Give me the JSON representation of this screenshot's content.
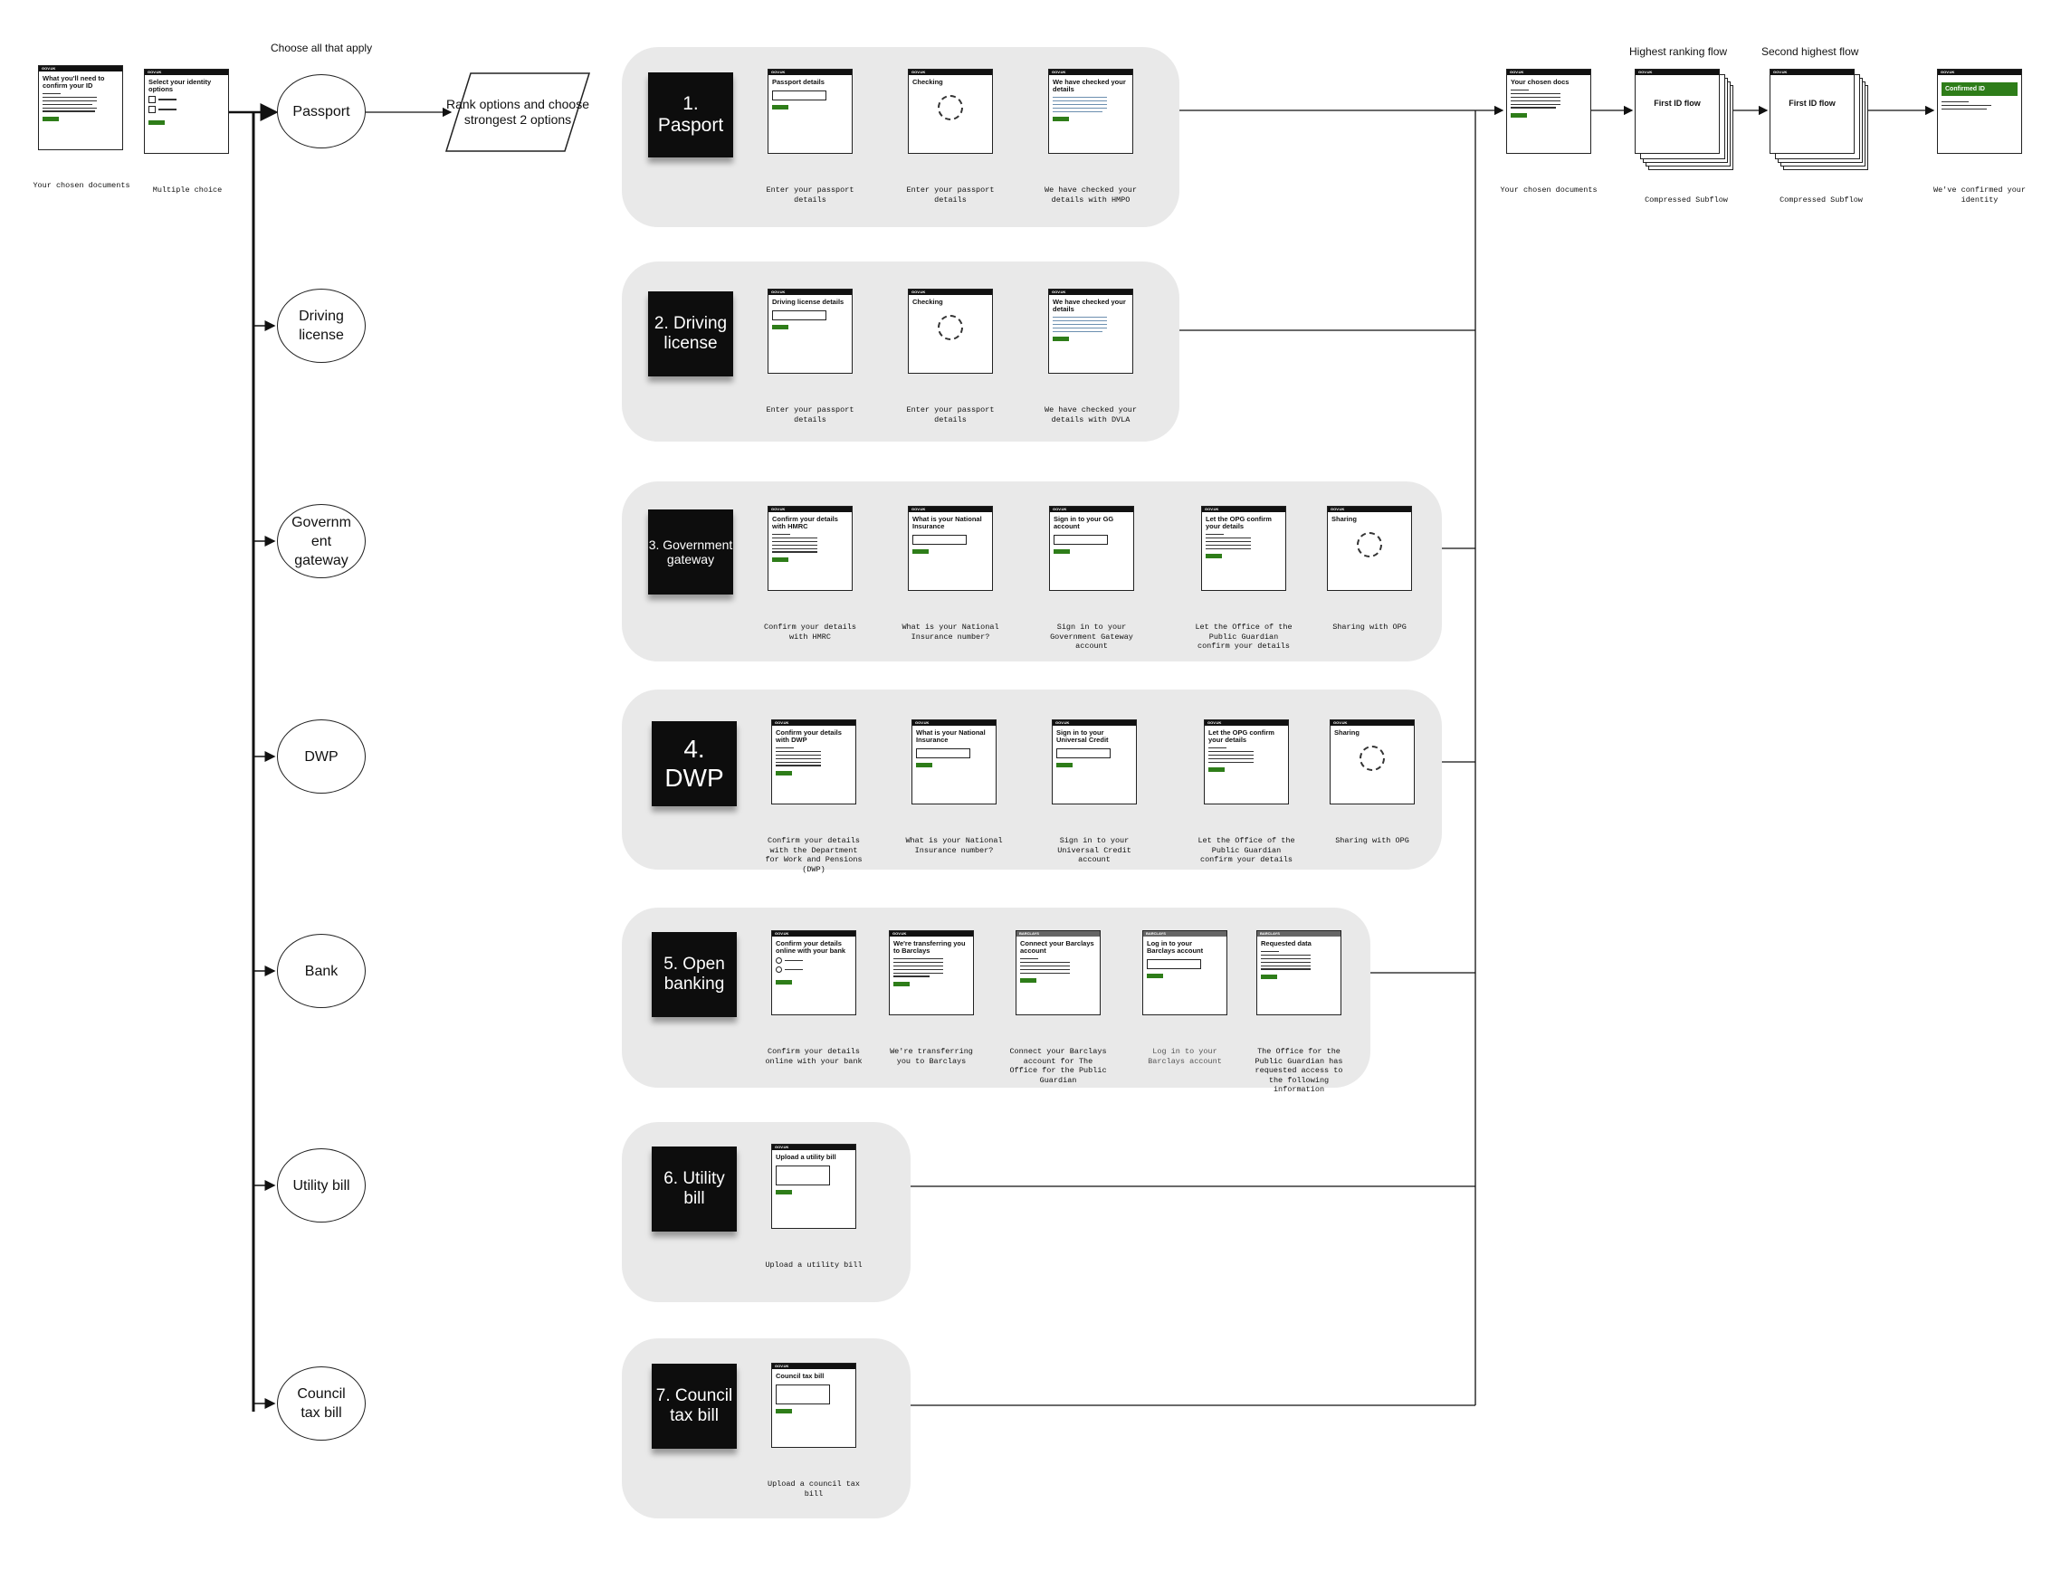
{
  "header_labels": {
    "choose_all": "Choose all that apply",
    "highest_ranking": "Highest ranking flow",
    "second_highest": "Second highest flow"
  },
  "start_screens": [
    {
      "title": "What you'll need to confirm your ID",
      "caption": "Your chosen documents"
    },
    {
      "title": "Select your identity options",
      "caption": "Multiple choice"
    }
  ],
  "rank_box": "Rank options and choose strongest 2 options",
  "options": [
    {
      "label": "Passport"
    },
    {
      "label": "Driving license"
    },
    {
      "label": "Governm ent gateway"
    },
    {
      "label": "DWP"
    },
    {
      "label": "Bank"
    },
    {
      "label": "Utility bill"
    },
    {
      "label": "Council tax bill"
    }
  ],
  "flows": [
    {
      "sticky": "1. Pasport",
      "screens": [
        {
          "title": "Passport details",
          "caption": "Enter your passport details"
        },
        {
          "title": "Checking",
          "caption": "Enter your passport details"
        },
        {
          "title": "We have checked your details",
          "caption": "We have checked your details with HMPO"
        }
      ]
    },
    {
      "sticky": "2. Driving license",
      "screens": [
        {
          "title": "Driving license details",
          "caption": "Enter your passport details"
        },
        {
          "title": "Checking",
          "caption": "Enter your passport details"
        },
        {
          "title": "We have checked your details",
          "caption": "We have checked your details with DVLA"
        }
      ]
    },
    {
      "sticky": "3. Government gateway",
      "screens": [
        {
          "title": "Confirm your details with HMRC",
          "caption": "Confirm your details with HMRC"
        },
        {
          "title": "What is your National Insurance",
          "caption": "What is your National Insurance number?"
        },
        {
          "title": "Sign in to your GG account",
          "caption": "Sign in to your Government Gateway account"
        },
        {
          "title": "Let the OPG confirm your details",
          "caption": "Let the Office of the Public Guardian confirm your details"
        },
        {
          "title": "Sharing",
          "caption": "Sharing with OPG"
        }
      ]
    },
    {
      "sticky": "4. DWP",
      "screens": [
        {
          "title": "Confirm your details with DWP",
          "caption": "Confirm your details with the Department for Work and Pensions (DWP)"
        },
        {
          "title": "What is your National Insurance",
          "caption": "What is your National Insurance number?"
        },
        {
          "title": "Sign in to your Universal Credit",
          "caption": "Sign in to your Universal Credit account"
        },
        {
          "title": "Let the OPG confirm your details",
          "caption": "Let the Office of the Public Guardian confirm your details"
        },
        {
          "title": "Sharing",
          "caption": "Sharing with OPG"
        }
      ]
    },
    {
      "sticky": "5. Open banking",
      "screens": [
        {
          "title": "Confirm your details online with your bank",
          "caption": "Confirm your details online with your bank"
        },
        {
          "title": "We're transferring you to Barclays",
          "caption": "We're transferring you to Barclays"
        },
        {
          "title": "Connect your Barclays account",
          "caption": "Connect your Barclays account for The Office for the Public Guardian"
        },
        {
          "title": "Log in to your Barclays account",
          "caption": "Log in to your Barclays account"
        },
        {
          "title": "Requested data",
          "caption": "The Office for the Public Guardian has requested access to the following information"
        }
      ]
    },
    {
      "sticky": "6. Utility bill",
      "screens": [
        {
          "title": "Upload a utility bill",
          "caption": "Upload a utility bill"
        }
      ]
    },
    {
      "sticky": "7. Council tax bill",
      "screens": [
        {
          "title": "Council tax bill",
          "caption": "Upload a council tax bill"
        }
      ]
    }
  ],
  "end_flow": [
    {
      "title": "Your chosen docs",
      "caption": "Your chosen documents"
    },
    {
      "title": "First ID flow",
      "caption": "Compressed Subflow"
    },
    {
      "title": "First ID flow",
      "caption": "Compressed Subflow"
    },
    {
      "title": "Confirmed ID",
      "caption": "We've confirmed your identity"
    }
  ]
}
